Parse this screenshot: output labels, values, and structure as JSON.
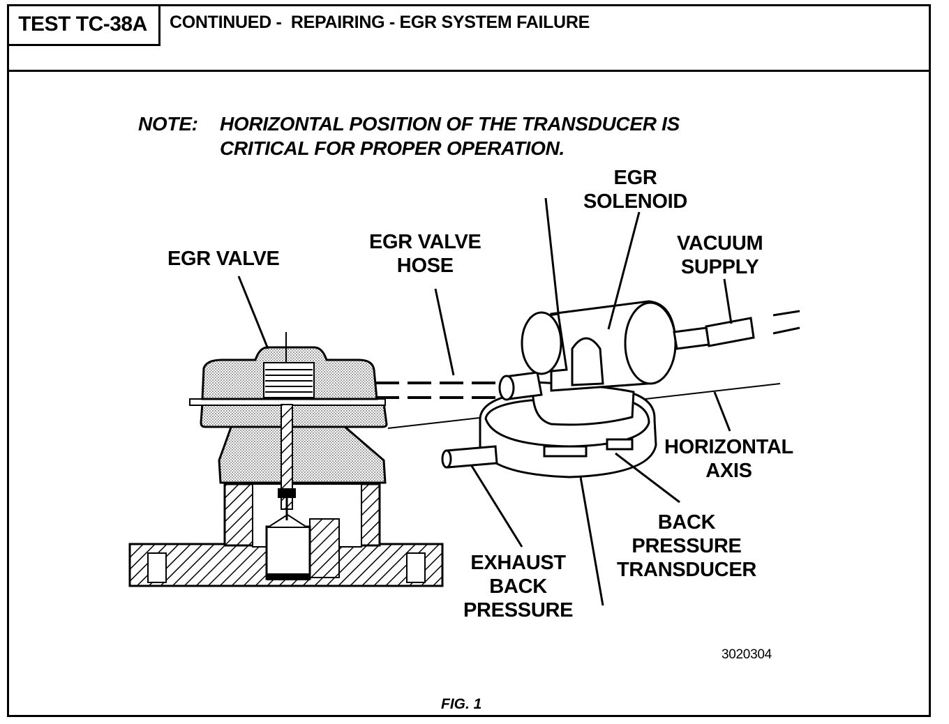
{
  "header": {
    "test_id": "TEST TC-38A",
    "title": "CONTINUED -  REPAIRING - EGR SYSTEM FAILURE"
  },
  "note": {
    "label": "NOTE:",
    "line1": "HORIZONTAL POSITION OF THE TRANSDUCER IS",
    "line2": "CRITICAL FOR PROPER OPERATION."
  },
  "labels": {
    "egr_valve": [
      "EGR VALVE"
    ],
    "egr_valve_hose": [
      "EGR VALVE",
      "HOSE"
    ],
    "egr_solenoid": [
      "EGR",
      "SOLENOID"
    ],
    "vacuum_supply": [
      "VACUUM",
      "SUPPLY"
    ],
    "horizontal_axis": [
      "HORIZONTAL",
      "AXIS"
    ],
    "back_pressure_transducer": [
      "BACK",
      "PRESSURE",
      "TRANSDUCER"
    ],
    "exhaust_back_pressure": [
      "EXHAUST",
      "BACK",
      "PRESSURE"
    ]
  },
  "figure_code": "3020304",
  "figure_caption": "FIG. 1"
}
